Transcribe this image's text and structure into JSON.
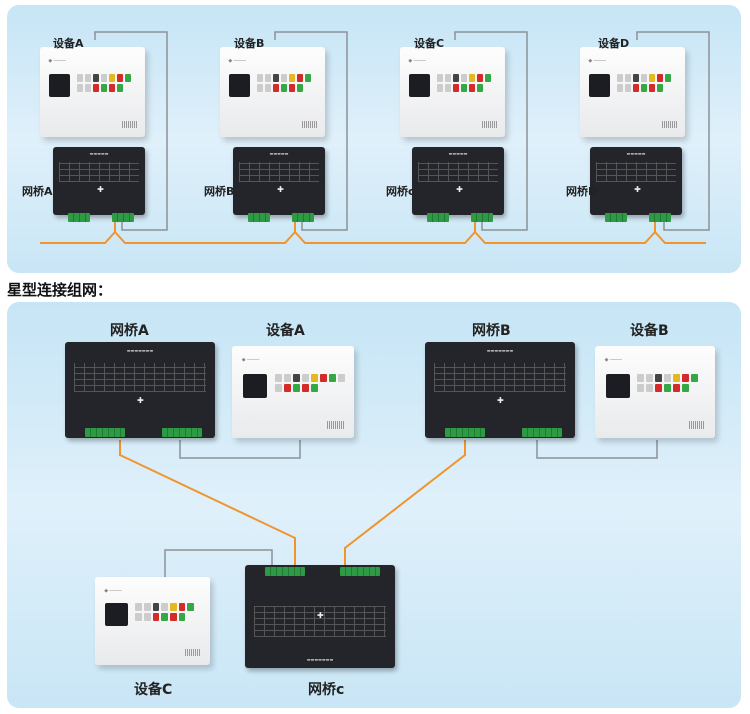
{
  "bus_section": {
    "devices": [
      "设备A",
      "设备B",
      "设备C",
      "设备D"
    ],
    "bridges": [
      "网桥A",
      "网桥B",
      "网桥c",
      "网桥D"
    ]
  },
  "star_section": {
    "heading": "星型连接组网：",
    "bridge_a": "网桥A",
    "device_a": "设备A",
    "bridge_b": "网桥B",
    "device_b": "设备B",
    "bridge_c": "网桥c",
    "device_c": "设备C"
  },
  "colors": {
    "orange_wire": "#f0952e",
    "gray_wire": "#8c9196",
    "panel": "#cfe9f7"
  }
}
